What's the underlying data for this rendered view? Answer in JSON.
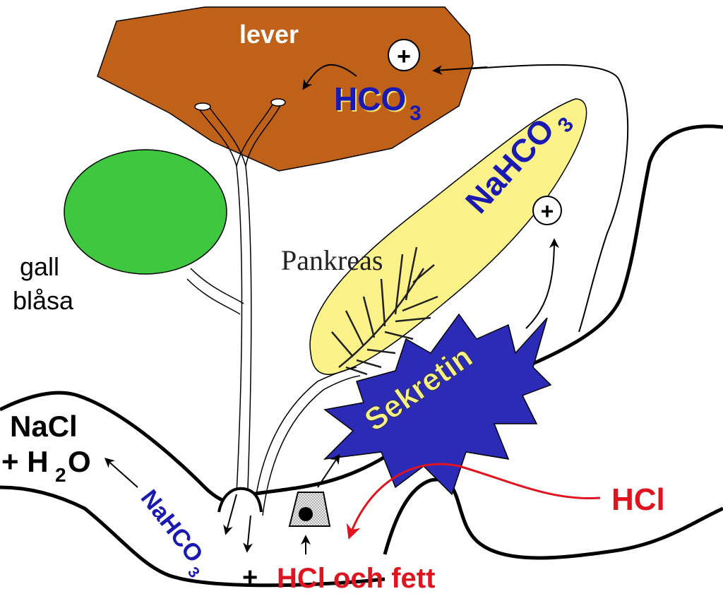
{
  "labels": {
    "liver": "lever",
    "hco3_main": "HCO",
    "hco3_sub": "3",
    "nahco3_pancreas_main": "NaHCO",
    "nahco3_pancreas_sub": "3",
    "plus_liver": "+",
    "plus_pancreas": "+",
    "pancreas": "Pankreas",
    "gallbladder_line1": "gall",
    "gallbladder_line2": "blåsa",
    "secretin": "Sekretin",
    "nacl": "NaCl",
    "h2o_prefix": "+ H",
    "h2o_sub": "2",
    "h2o_suffix": "O",
    "nahco3_duodenum_main": "NaHCO",
    "nahco3_duodenum_sub": "3",
    "plus_duodenum": "+",
    "hcl_fat": "HCl och fett",
    "hcl": "HCl"
  },
  "colors": {
    "liver": "#c0611a",
    "gallbladder": "#3fc83f",
    "pancreas": "#fbf38a",
    "secretin": "#2b2bb8",
    "secretin_text": "#f5f08c",
    "blue_text": "#1a1ab0",
    "red_text": "#e0141e",
    "red_arrow": "#e0141e",
    "outline": "#000000"
  }
}
